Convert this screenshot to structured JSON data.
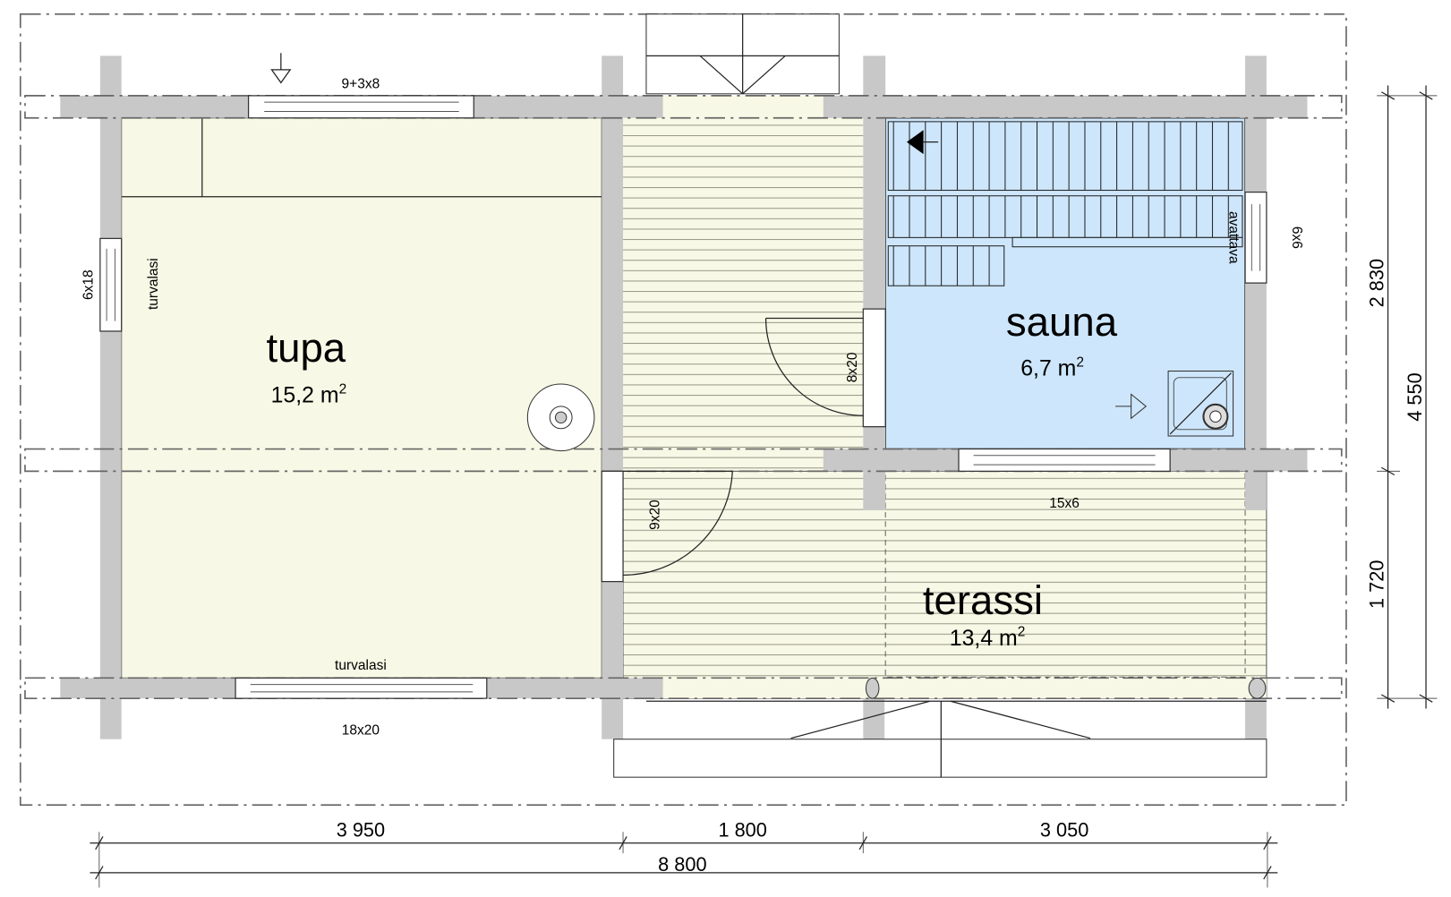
{
  "rooms": {
    "tupa": {
      "name": "tupa",
      "area": "15,2 m",
      "sup": "2"
    },
    "sauna": {
      "name": "sauna",
      "area": "6,7 m",
      "sup": "2"
    },
    "terassi": {
      "name": "terassi",
      "area": "13,4 m",
      "sup": "2"
    }
  },
  "labels": {
    "top_window": "9+3x8",
    "left_window": "6x18",
    "tupa_left_glass": "turvalasi",
    "tupa_bottom_glass": "turvalasi",
    "bottom_window": "18x20",
    "sauna_door": "8x20",
    "terrace_door": "9x20",
    "sauna_window_bottom": "15x6",
    "sauna_window_right": "6x6",
    "sauna_window_note": "avattava"
  },
  "dimensions": {
    "bottom": [
      "3 950",
      "1 800",
      "3 050"
    ],
    "total_width": "8 800",
    "right": [
      "2 830",
      "1 720"
    ],
    "total_depth": "4 550"
  },
  "colors": {
    "tupa_fill": "#f8f8e6",
    "sauna_fill": "#cde6fb",
    "wall": "#c8c8c8"
  }
}
